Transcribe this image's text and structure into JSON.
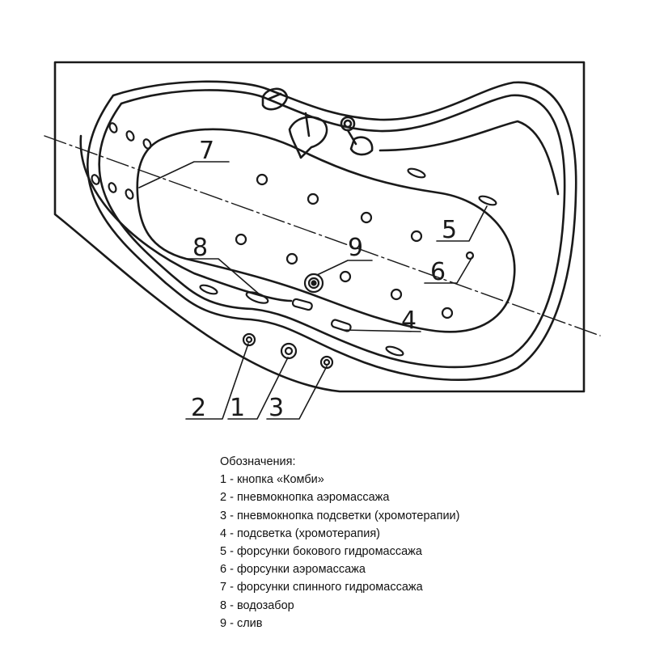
{
  "diagram": {
    "callout_labels": [
      "7",
      "8",
      "9",
      "5",
      "6",
      "4",
      "2",
      "1",
      "3"
    ]
  },
  "legend": {
    "title": "Обозначения:",
    "items": [
      "1 - кнопка «Комби»",
      "2 - пневмокнопка аэромассажа",
      "3 - пневмокнопка подсветки (хромотерапии)",
      "4 - подсветка (хромотерапия)",
      "5 - форсунки бокового гидромассажа",
      "6 - форсунки аэромассажа",
      "7 - форсунки спинного гидромассажа",
      "8 - водозабор",
      "9 - слив"
    ]
  },
  "colors": {
    "ink": "#1a1a1a",
    "background": "#ffffff"
  }
}
